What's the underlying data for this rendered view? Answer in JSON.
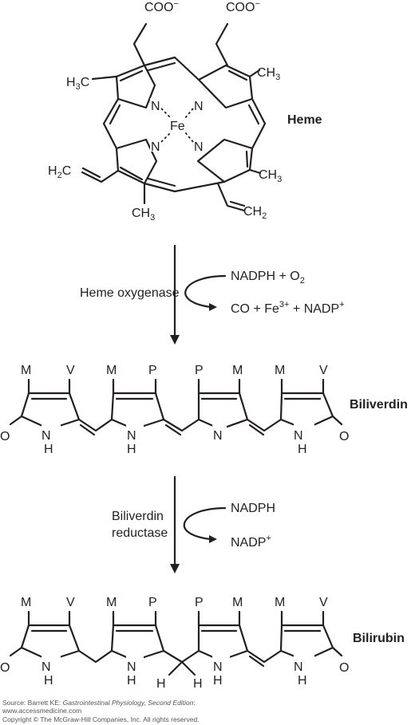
{
  "molecules": {
    "heme": {
      "label": "Heme",
      "metal": "Fe",
      "substituents": {
        "carboxylate": "COO−",
        "methyl_left": "H3C",
        "methyl_right": "CH3",
        "vinyl_left": "H2C",
        "vinyl_right": "=CH2"
      }
    },
    "biliverdin": {
      "label": "Biliverdin",
      "ring_labels": [
        "M",
        "V",
        "M",
        "P",
        "P",
        "M",
        "M",
        "V"
      ]
    },
    "bilirubin": {
      "label": "Bilirubin",
      "ring_labels": [
        "M",
        "V",
        "M",
        "P",
        "P",
        "M",
        "M",
        "V"
      ]
    }
  },
  "reactions": {
    "step1": {
      "enzyme": "Heme oxygenase",
      "input": "NADPH + O2",
      "output": "CO + Fe3+ + NADP+"
    },
    "step2": {
      "enzyme_line1": "Biliverdin",
      "enzyme_line2": "reductase",
      "input": "NADPH",
      "output": "NADP+"
    }
  },
  "source": {
    "line1_prefix": "Source: Barrett KE: ",
    "line1_title": "Gastrointestinal Physiology, Second Edition",
    "line1_suffix": ":",
    "line2": "www.accessmedicine.com",
    "line3": "Copyright © The McGraw-Hill Companies, Inc. All rights reserved."
  }
}
